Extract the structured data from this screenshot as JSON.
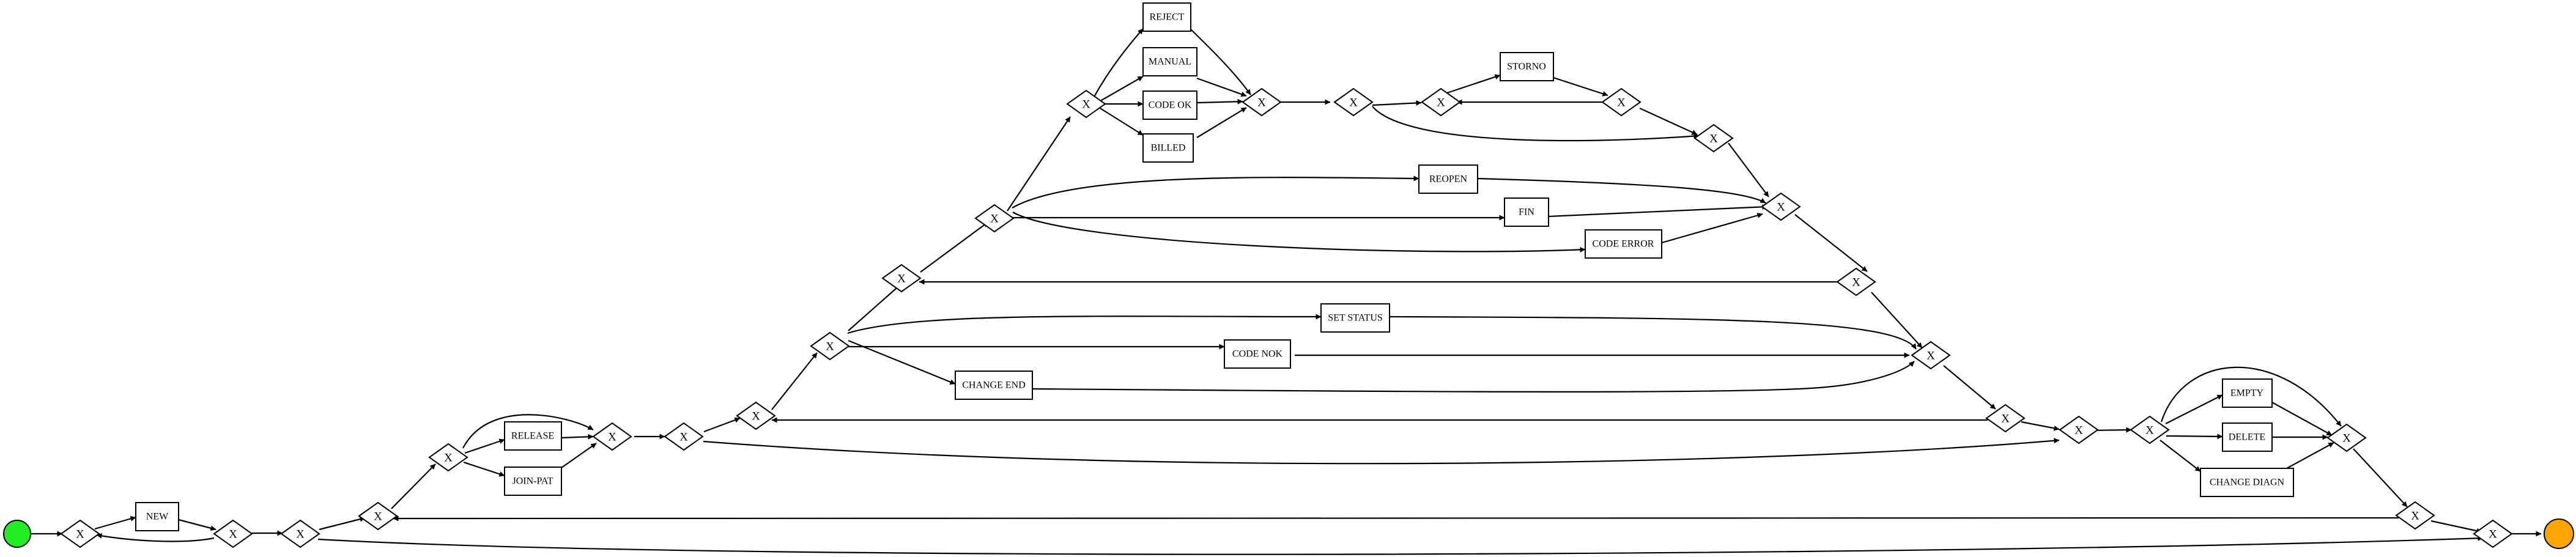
{
  "colors": {
    "start": "#22ee22",
    "end": "#ffa500",
    "stroke": "#000000"
  },
  "gateway_label": "X",
  "tasks": {
    "new": "NEW",
    "release": "RELEASE",
    "join_pat": "JOIN-PAT",
    "change_end": "CHANGE END",
    "code_nok": "CODE NOK",
    "set_status": "SET STATUS",
    "reopen": "REOPEN",
    "fin": "FIN",
    "code_error": "CODE ERROR",
    "reject": "REJECT",
    "manual": "MANUAL",
    "code_ok": "CODE OK",
    "billed": "BILLED",
    "storno": "STORNO",
    "empty": "EMPTY",
    "delete": "DELETE",
    "change_diagn": "CHANGE DIAGN"
  }
}
